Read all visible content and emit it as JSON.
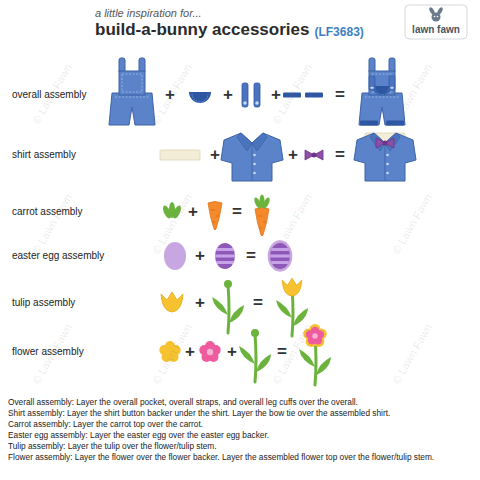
{
  "diagram": {
    "title": "build-a-bunny accessories",
    "labels": [
      "a little inspiration for...",
      "(LF3683)",
      "lawn fawn",
      "overall assembly",
      "+",
      "+",
      "+",
      "=",
      "shirt assembly",
      "+",
      "+",
      "=",
      "carrot assembly",
      "+",
      "=",
      "easter egg assembly",
      "+",
      "=",
      "tulip assembly",
      "+",
      "=",
      "flower assembly",
      "+",
      "+",
      "=",
      "Overall assembly: Layer the overall pocket, overall straps, and overall leg cuffs over the overall.",
      "Shirt assembly: Layer the shirt button backer under the shirt. Layer the bow tie over the assembled shirt.",
      "Carrot assembly: Layer the carrot top over the carrot.",
      "Easter egg assembly: Layer the easter egg over the easter egg backer.",
      "Tulip assembly: Layer the tulip over the flower/tulip stem.",
      "Flower assembly: Layer the flower over the flower backer. Layer the assembled flower top over the flower/tulip stem.",
      "© Lawn Fawn",
      "© Lawn Fawn",
      "© Lawn Fawn",
      "© Lawn Fawn",
      "© Lawn Fawn",
      "© Lawn Fawn",
      "© Lawn Fawn",
      "© Lawn Fawn",
      "© Lawn Fawn",
      "© Lawn Fawn",
      "© Lawn Fawn",
      "© Lawn Fawn"
    ]
  }
}
